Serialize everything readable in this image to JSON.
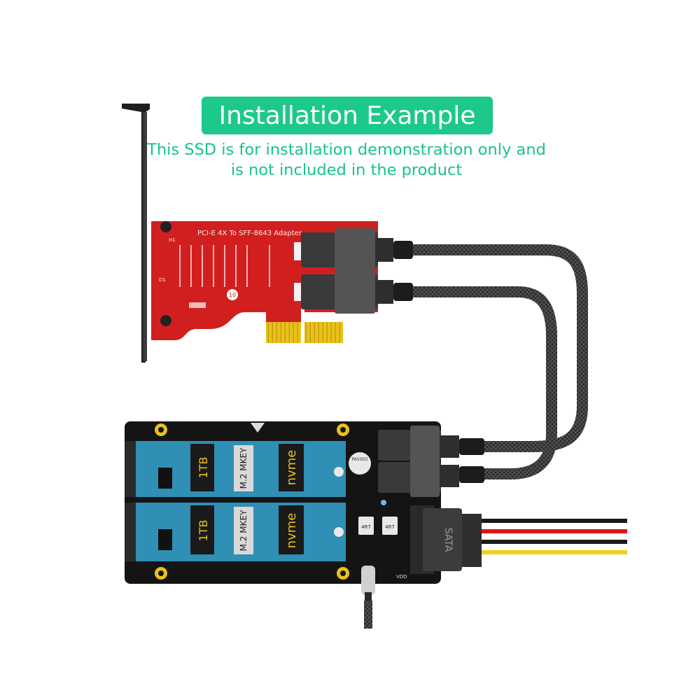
{
  "banner": {
    "title": "Installation Example"
  },
  "note": {
    "line1": "This SSD is for installation demonstration only and",
    "line2": "is not included in the product"
  },
  "adapter_card": {
    "silk_label": "PCI-E 4X To SFF-8643 Adapter",
    "mark_h1": "H1",
    "mark_d1": "D1",
    "badge": "10"
  },
  "ssd_modules": [
    {
      "capacity": "1TB",
      "key": "M.2 MKEY",
      "type": "nvme"
    },
    {
      "capacity": "1TB",
      "key": "M.2 MKEY",
      "type": "nvme"
    }
  ],
  "carrier_board": {
    "sata_label": "SATA",
    "passed_label": "PASSED",
    "resistor_labels": [
      "4R7",
      "4R7"
    ],
    "vdd_label": "VDD"
  },
  "colors": {
    "accent": "#1dc98a",
    "note_text": "#17c487",
    "card_red": "#d11f1f",
    "pcb_blue": "#2f8fb4",
    "gold": "#e8c21a"
  }
}
